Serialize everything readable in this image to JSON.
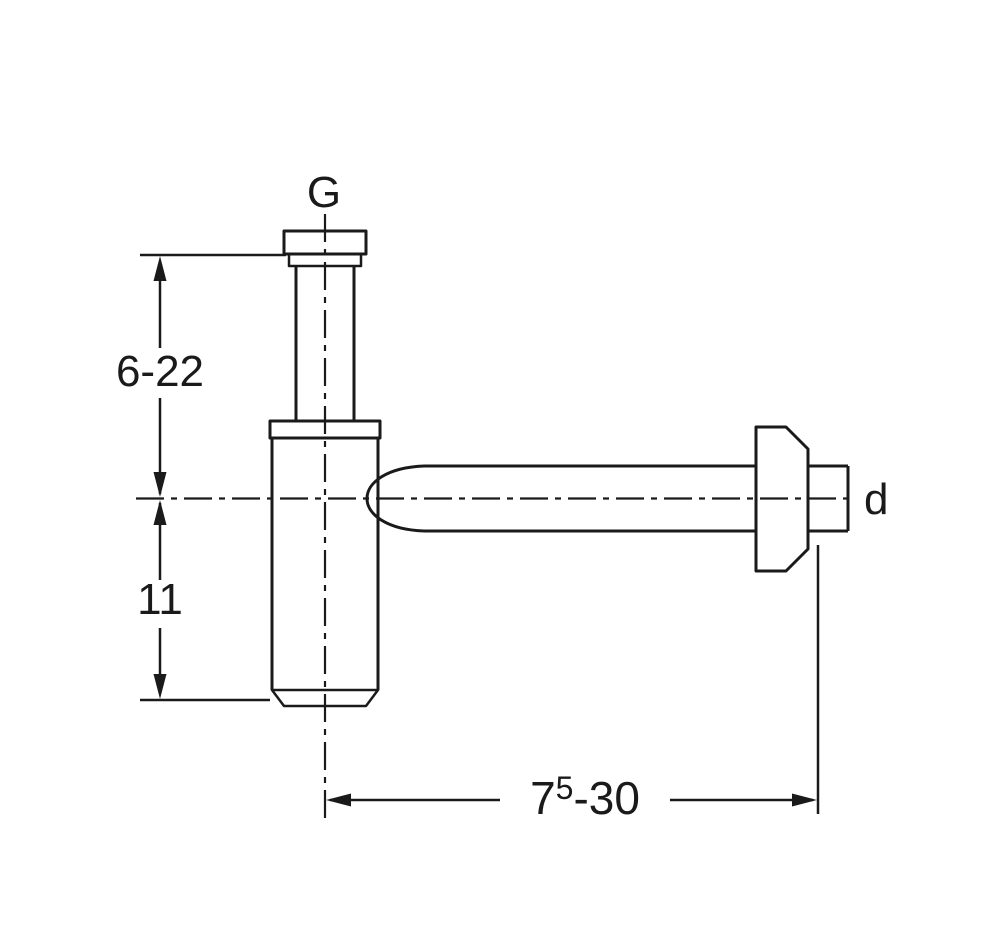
{
  "drawing": {
    "labels": {
      "inlet_thread": "G",
      "outlet_diameter": "d"
    },
    "dimensions": {
      "inlet_height_range": "6-22",
      "body_drop": "11",
      "outlet_projection": {
        "base": "7",
        "sup": "5",
        "rest": "-30"
      }
    },
    "colors": {
      "line": "#1a1a1a",
      "seal_gray": "#8c8c8c",
      "cap_gray": "#b4b4b4",
      "background": "#ffffff"
    }
  }
}
